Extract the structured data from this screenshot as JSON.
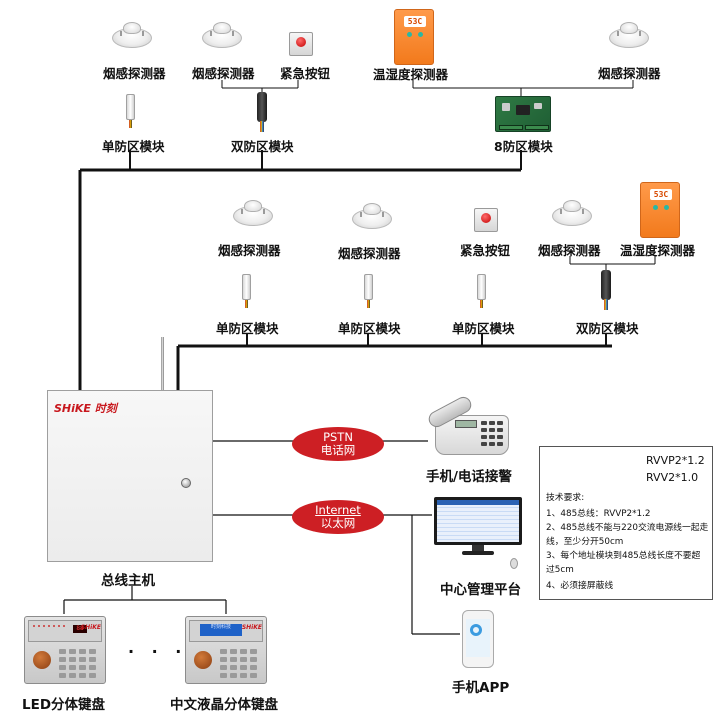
{
  "row1": {
    "smoke1": "烟感探测器",
    "smoke2": "烟感探测器",
    "emergency": "紧急按钮",
    "temp_humidity": "温湿度探测器",
    "smoke3": "烟感探测器",
    "module_single": "单防区模块",
    "module_double": "双防区模块",
    "module_8zone": "8防区模块",
    "display_reading": "53C"
  },
  "row2": {
    "smoke1": "烟感探测器",
    "smoke2": "烟感探测器",
    "emergency": "紧急按钮",
    "smoke3": "烟感探测器",
    "temp_humidity": "温湿度探测器",
    "module1": "单防区模块",
    "module2": "单防区模块",
    "module3": "单防区模块",
    "module4": "双防区模块",
    "display_reading": "53C"
  },
  "host": {
    "label": "总线主机",
    "brand": "SHiKE 时刻"
  },
  "pstn": {
    "line1": "PSTN",
    "line2": "电话网",
    "device_label": "手机/电话接警"
  },
  "internet": {
    "line1": "Internet",
    "line2": "以太网",
    "device_label": "中心管理平台",
    "app_label": "手机APP"
  },
  "keypads": {
    "led_label": "LED分体键盘",
    "lcd_label": "中文液晶分体键盘",
    "separator": "· · ·",
    "brand": "SHiKE",
    "led_digits": "88",
    "lcd_text": "时刻科技"
  },
  "legend": {
    "line_thick": "RVVP2*1.2",
    "line_thin": "RVV2*1.0",
    "req_title": "技术要求:",
    "req1": "1、485总线：RVVP2*1.2",
    "req2a": "2、485总线不能与220交流电源线一起走",
    "req2b": "线，至少分开50cm",
    "req3a": "3、每个地址模块到485总线长度不要超",
    "req3b": "过5cm",
    "req4": "4、必须接屏蔽线"
  },
  "colors": {
    "bus_line": "#111111",
    "network_oval": "#cd1f24",
    "brand_red": "#c8171d"
  }
}
